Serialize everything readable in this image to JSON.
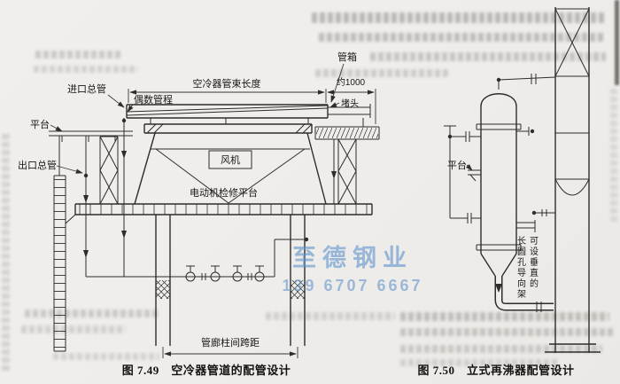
{
  "page": {
    "watermark_line1": "至德钢业",
    "watermark_line2": "139 6707 6667",
    "watermark_color": "#5f92cc"
  },
  "fig49": {
    "caption": "图 7.49　空冷器管道的配管设计",
    "labels": {
      "pipe_box": "管箱",
      "bundle_length": "空冷器管束长度",
      "approx_length": "约1000",
      "inlet_header": "进口总管",
      "even_passes": "偶数管程",
      "plug": "堵头",
      "platform": "平台",
      "outlet_header": "出口总管",
      "fan": "风机",
      "motor_platform": "电动机检修平台",
      "rack_span": "管廊柱间跨距"
    }
  },
  "fig50": {
    "caption": "图 7.50　立式再沸器配管设计",
    "labels": {
      "platform": "平台",
      "guide_line_right": "可设垂直的",
      "guide_line_left": "长圆孔导向架"
    }
  }
}
